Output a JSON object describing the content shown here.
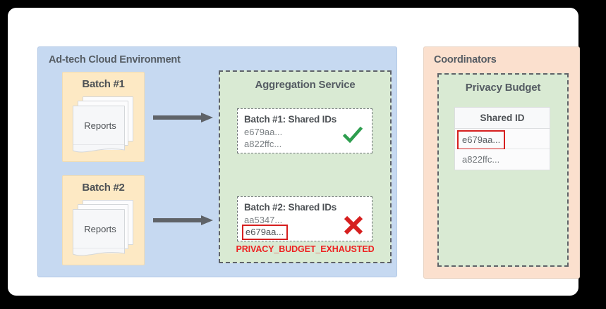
{
  "diagram": {
    "background_color": "#000000",
    "card_color": "#ffffff",
    "adtech": {
      "title": "Ad-tech Cloud Environment",
      "panel_color": "#c6d9f1",
      "batches": [
        {
          "title": "Batch #1",
          "reports_label": "Reports",
          "box_color": "#fde9c4"
        },
        {
          "title": "Batch #2",
          "reports_label": "Reports",
          "box_color": "#fde9c4"
        }
      ],
      "aggregation_service": {
        "title": "Aggregation Service",
        "panel_color": "#d9ead3",
        "entries": [
          {
            "title": "Batch #1: Shared IDs",
            "id_first": "e679aa...",
            "id_second": "a822ffc...",
            "status": "success",
            "status_icon": "green-check-icon",
            "highlighted_id": null
          },
          {
            "title": "Batch #2: Shared IDs",
            "id_first": "aa5347...",
            "id_second": "e679aa...",
            "status": "failure",
            "status_icon": "red-x-icon",
            "highlighted_id": "e679aa..."
          }
        ],
        "error_message": "PRIVACY_BUDGET_EXHAUSTED",
        "error_color": "#ee2222"
      }
    },
    "coordinators": {
      "title": "Coordinators",
      "panel_color": "#fbe0ce",
      "privacy_budget": {
        "title": "Privacy Budget",
        "panel_color": "#d9ead3",
        "table": {
          "header": "Shared ID",
          "rows": [
            {
              "value": "e679aa...",
              "highlighted": true
            },
            {
              "value": "a822ffc...",
              "highlighted": false
            }
          ]
        }
      }
    },
    "arrows": [
      {
        "name": "arrow-batch1-to-aggregation",
        "color": "#5f6368"
      },
      {
        "name": "arrow-batch2-to-aggregation",
        "color": "#5f6368"
      }
    ]
  }
}
